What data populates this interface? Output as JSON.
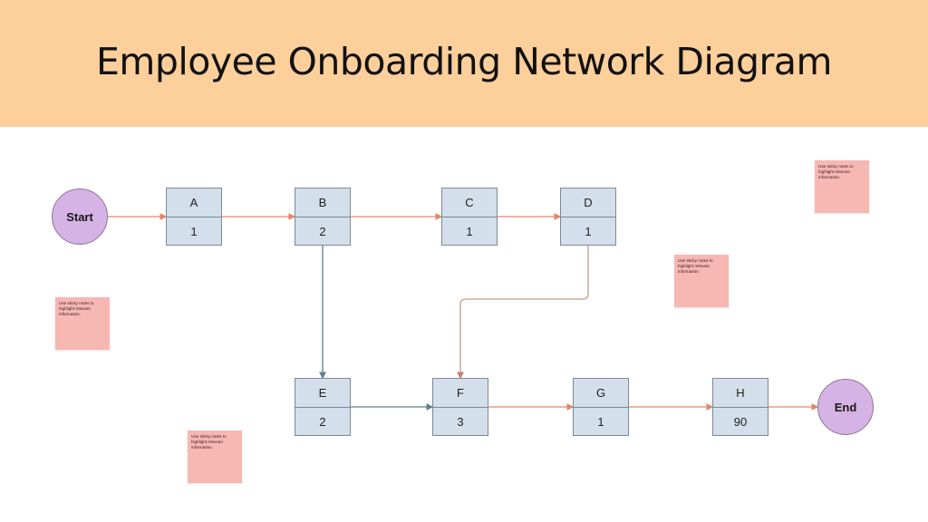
{
  "header": {
    "title": "Employee Onboarding Network Diagram",
    "background_color": "#FDCF9A"
  },
  "terminals": {
    "start": {
      "label": "Start",
      "color": "#D5B3E4"
    },
    "end": {
      "label": "End",
      "color": "#D5B3E4"
    }
  },
  "nodes": [
    {
      "id": "A",
      "label": "A",
      "duration": "1"
    },
    {
      "id": "B",
      "label": "B",
      "duration": "2"
    },
    {
      "id": "C",
      "label": "C",
      "duration": "1"
    },
    {
      "id": "D",
      "label": "D",
      "duration": "1"
    },
    {
      "id": "E",
      "label": "E",
      "duration": "2"
    },
    {
      "id": "F",
      "label": "F",
      "duration": "3"
    },
    {
      "id": "G",
      "label": "G",
      "duration": "1"
    },
    {
      "id": "H",
      "label": "H",
      "duration": "90"
    }
  ],
  "edges": [
    {
      "from": "Start",
      "to": "A"
    },
    {
      "from": "A",
      "to": "B"
    },
    {
      "from": "B",
      "to": "C"
    },
    {
      "from": "C",
      "to": "D"
    },
    {
      "from": "B",
      "to": "E"
    },
    {
      "from": "D",
      "to": "F"
    },
    {
      "from": "E",
      "to": "F"
    },
    {
      "from": "F",
      "to": "G"
    },
    {
      "from": "G",
      "to": "H"
    },
    {
      "from": "H",
      "to": "End"
    }
  ],
  "sticky_notes": [
    {
      "text": "Use sticky notes to highlight relevant information."
    },
    {
      "text": "Use sticky notes to highlight relevant information."
    },
    {
      "text": "Use sticky notes to highlight relevant information."
    },
    {
      "text": "Use sticky notes to highlight relevant information."
    }
  ],
  "colors": {
    "node_fill": "#D3DFEA",
    "node_border": "#7B8A96",
    "edge_orange": "#E0866A",
    "edge_gray": "#5F7F8A",
    "edge_brown": "#C99A8A",
    "sticky_fill": "#F7B7B3"
  }
}
